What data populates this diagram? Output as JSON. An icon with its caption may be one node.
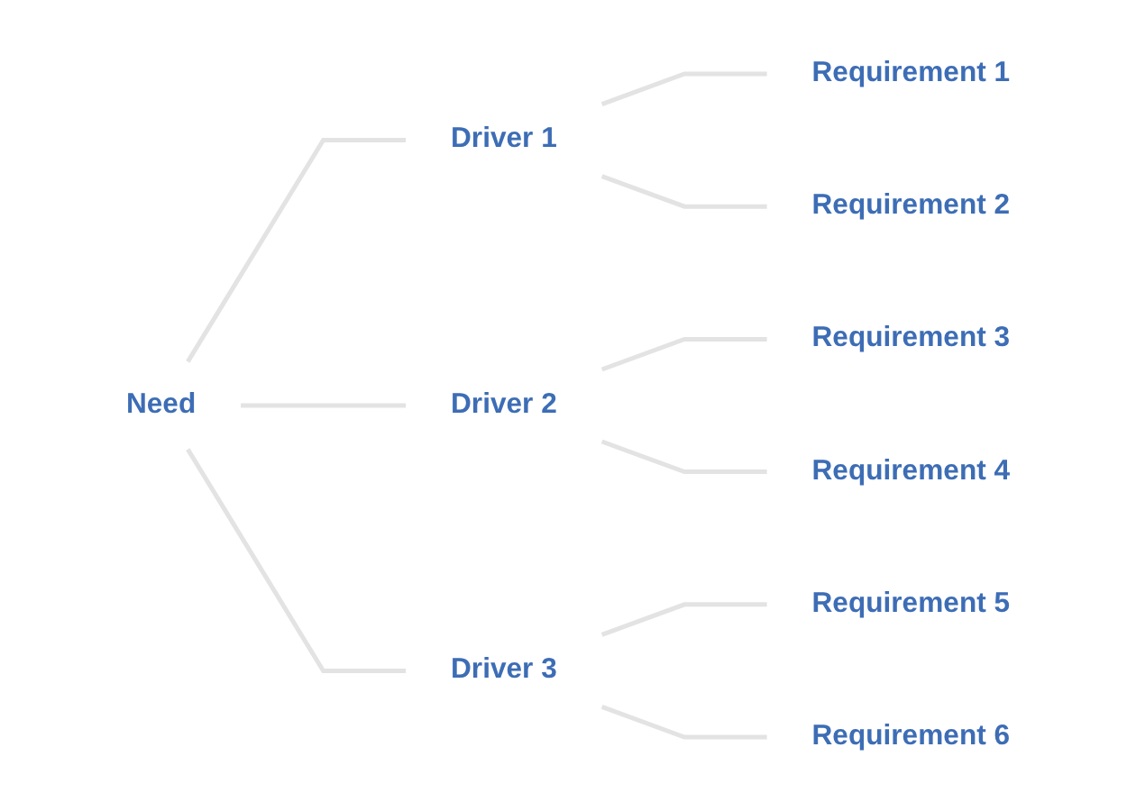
{
  "diagram": {
    "nodes": [
      {
        "text": [
          "Need"
        ]
      },
      {
        "text": [
          "Driver 1"
        ]
      },
      {
        "text": [
          "Requirement 1"
        ]
      },
      {
        "text": [
          "Requirement 2"
        ]
      },
      {
        "text": [
          "Driver 2"
        ]
      },
      {
        "text": [
          "Requirement 3"
        ]
      },
      {
        "text": [
          "Requirement 4"
        ]
      },
      {
        "text": [
          "Driver 3"
        ]
      },
      {
        "text": [
          "Requirement 5"
        ]
      },
      {
        "text": [
          "Requirement 6"
        ]
      }
    ],
    "edges": [
      {
        "from": 0,
        "to": 1,
        "arrow": "none"
      },
      {
        "from": 0,
        "to": 4,
        "arrow": "none"
      },
      {
        "from": 0,
        "to": 7,
        "arrow": "none"
      },
      {
        "from": 1,
        "to": 2,
        "arrow": "none"
      },
      {
        "from": 1,
        "to": 3,
        "arrow": "none"
      },
      {
        "from": 4,
        "to": 5,
        "arrow": "none"
      },
      {
        "from": 4,
        "to": 6,
        "arrow": "none"
      },
      {
        "from": 7,
        "to": 8,
        "arrow": "none"
      },
      {
        "from": 7,
        "to": 9,
        "arrow": "none"
      }
    ]
  }
}
